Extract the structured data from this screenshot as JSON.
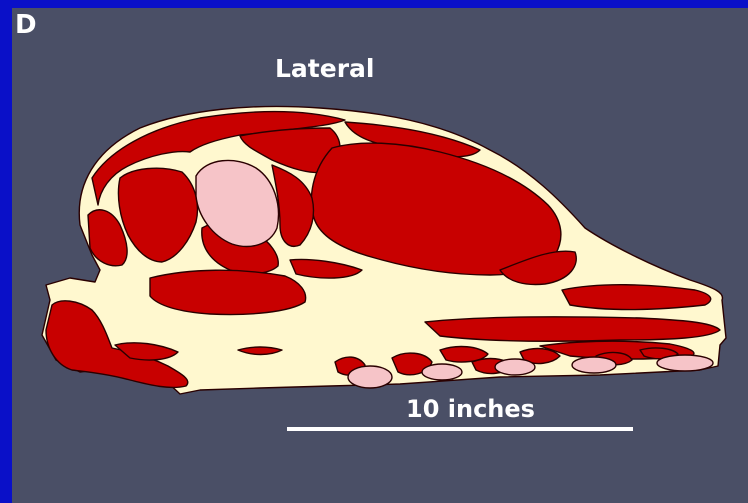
{
  "panel_label": "D",
  "view_label": "Lateral",
  "scale": {
    "label": "10 inches"
  },
  "colors": {
    "border": "#0a10c8",
    "background": "#4a4f66",
    "fat": "#fff8cf",
    "muscle": "#c80000",
    "gland": "#f6c4c8",
    "outline": "#2a0000"
  }
}
